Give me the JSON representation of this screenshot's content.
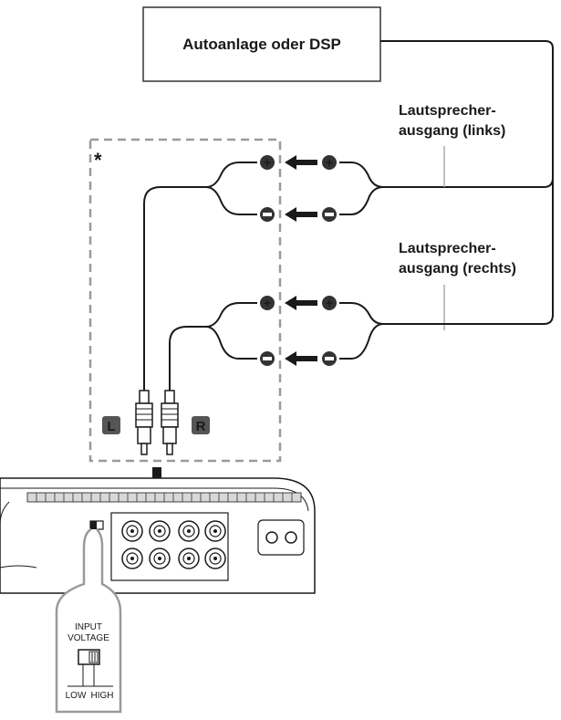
{
  "source_box": {
    "label": "Autoanlage oder DSP"
  },
  "left_output": {
    "line1": "Lautsprecher-",
    "line2": "ausgang (links)"
  },
  "right_output": {
    "line1": "Lautsprecher-",
    "line2": "ausgang (rechts)"
  },
  "asterisk": "*",
  "channel_left": "L",
  "channel_right": "R",
  "switch_callout": {
    "line1": "INPUT",
    "line2": "VOLTAGE",
    "low": "LOW",
    "high": "HIGH"
  },
  "colors": {
    "line": "#1a1a1a",
    "dashed": "#9a9a9a",
    "badge": "#555555"
  }
}
